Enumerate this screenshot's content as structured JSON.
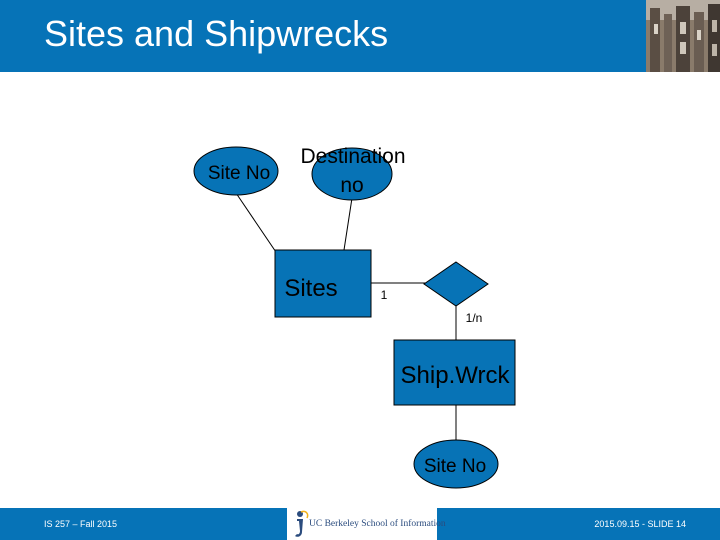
{
  "slide": {
    "title": "Sites and Shipwrecks"
  },
  "diagram": {
    "entities": {
      "sites": "Sites",
      "shipwreck": "Ship.Wrck"
    },
    "attributes": {
      "site_no_top": "Site No",
      "destination_line1": "Destination",
      "destination_line2": "no",
      "site_no_bottom": "Site No"
    },
    "cardinality": {
      "sites_side": "1",
      "shipwreck_side": "1/n"
    }
  },
  "footer": {
    "course": "IS 257 – Fall 2015",
    "logo_text": "UC Berkeley School of Information",
    "slide_ref": "2015.09.15 - SLIDE 14"
  },
  "colors": {
    "brand_blue": "#0673b7",
    "shape_fill": "#0773b6",
    "text_dark": "#000000",
    "footer_text": "#ffffff"
  },
  "icons": {
    "logo": "uc-berkeley-ischool-logo",
    "photo": "building-photo"
  }
}
